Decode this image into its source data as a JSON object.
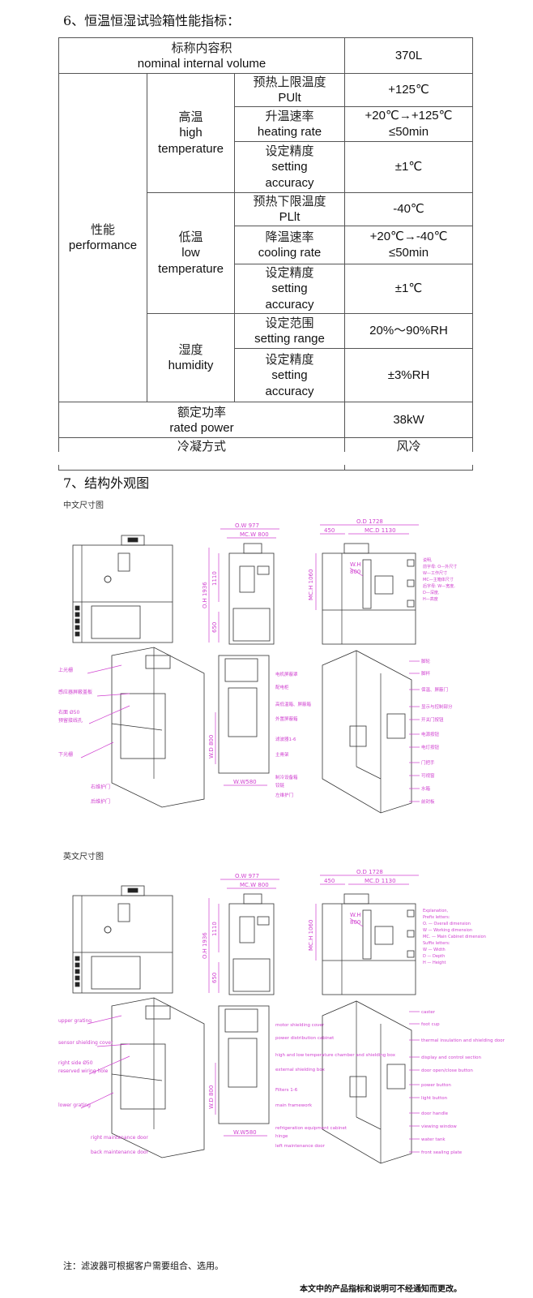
{
  "section6_title": "6、恒温恒湿试验箱性能指标：",
  "table": {
    "volume": {
      "zh": "标称内容积",
      "en": "nominal internal volume",
      "value": "370L"
    },
    "performance": {
      "zh": "性能",
      "en": "performance"
    },
    "high": {
      "zh": "高温",
      "en1": "high",
      "en2": "temperature",
      "rows": [
        {
          "zh": "预热上限温度",
          "en": "PUlt",
          "v1": "+125℃",
          "v2": ""
        },
        {
          "zh": "升温速率",
          "en": "heating rate",
          "v1": "+20℃→+125℃",
          "v2": "≤50min"
        },
        {
          "zh": "设定精度",
          "en": "setting",
          "en2": "accuracy",
          "v1": "±1℃",
          "v2": ""
        }
      ]
    },
    "low": {
      "zh": "低温",
      "en1": "low",
      "en2": "temperature",
      "rows": [
        {
          "zh": "预热下限温度",
          "en": "PLlt",
          "v1": "-40℃",
          "v2": ""
        },
        {
          "zh": "降温速率",
          "en": "cooling rate",
          "v1": "+20℃→-40℃",
          "v2": "≤50min"
        },
        {
          "zh": "设定精度",
          "en": "setting",
          "en2": "accuracy",
          "v1": "±1℃",
          "v2": ""
        }
      ]
    },
    "humidity": {
      "zh": "湿度",
      "en1": "humidity",
      "rows": [
        {
          "zh": "设定范围",
          "en": "setting range",
          "v1": "20%～90%RH",
          "v2": ""
        },
        {
          "zh": "设定精度",
          "en": "setting",
          "en2": "accuracy",
          "v1": "±3%RH",
          "v2": ""
        }
      ]
    },
    "power": {
      "zh": "额定功率",
      "en": "rated power",
      "value": "38kW"
    },
    "condense": {
      "zh": "冷凝方式",
      "value": "风冷"
    }
  },
  "section7_title": "7、结构外观图",
  "drawings": [
    {
      "subtitle": "中文尺寸图",
      "dims": [
        "O.W 977",
        "MC.W 800",
        "O.H 1936",
        "1110",
        "650",
        "O.D 1728",
        "450",
        "MC.D 1130",
        "MC.H 1060",
        "W.H",
        "800",
        "W.D 800",
        "W.W580"
      ],
      "legend": [
        "说明,",
        "前字母: O—外尺寸",
        "W—工作尺寸",
        "MC—主箱体尺寸",
        "后字母: W—宽度,",
        "D—深度,",
        "H—高度"
      ],
      "left_labels": [
        "上光栅",
        "感应器屏蔽盖板",
        "右面 Ø50",
        "预留接线孔",
        "下光栅",
        "右维护门",
        "后维护门"
      ],
      "mid_labels": [
        "电机屏蔽罩",
        "配电柜",
        "高低温箱、屏蔽箱",
        "外置屏蔽箱",
        "滤波器1-6",
        "主骨架",
        "制冷设备箱",
        "铰链",
        "左维护门"
      ],
      "right_labels": [
        "脚轮",
        "脚杯",
        "保温、屏蔽门",
        "显示与控制部分",
        "开关门按钮",
        "电源按钮",
        "电灯按钮",
        "门把手",
        "可视窗",
        "水箱",
        "前封板"
      ]
    },
    {
      "subtitle": "英文尺寸图",
      "dims": [
        "O.W 977",
        "MC.W 800",
        "O.H 1936",
        "1110",
        "650",
        "O.D 1728",
        "450",
        "MC.D 1130",
        "MC.H 1060",
        "W.H",
        "800",
        "W.D 800",
        "W.W580"
      ],
      "legend": [
        "Explanation,",
        "Prefix letters:",
        "O. — Overall dimension",
        "W — Working dimension",
        "MC. — Main Cabinet dimension",
        "Suffix letters:",
        "W — Width",
        "D — Depth",
        "H — Height"
      ],
      "left_labels": [
        "upper grating",
        "sensor shielding cover",
        "right side Ø50",
        "reserved wiring hole",
        "lower grating",
        "right maintenance door",
        "back maintenance door"
      ],
      "mid_labels": [
        "motor shielding cover",
        "power distribution cabinet",
        "high and low temperature chamber and shielding box",
        "external shielding box",
        "Filters 1-6",
        "main framework",
        "refrigeration equipment cabinet",
        "hinge",
        "left maintenance door"
      ],
      "right_labels": [
        "caster",
        "foot cup",
        "thermal insulation and shielding door",
        "display and control section",
        "door open/close button",
        "power button",
        "light button",
        "door handle",
        "viewing window",
        "water tank",
        "front sealing plate"
      ]
    }
  ],
  "note": "注：滤波器可根据客户需要组合、选用。",
  "footer": "本文中的产品指标和说明可不经通知而更改。",
  "colors": {
    "dimension": "#d040d0",
    "line": "#333333"
  }
}
